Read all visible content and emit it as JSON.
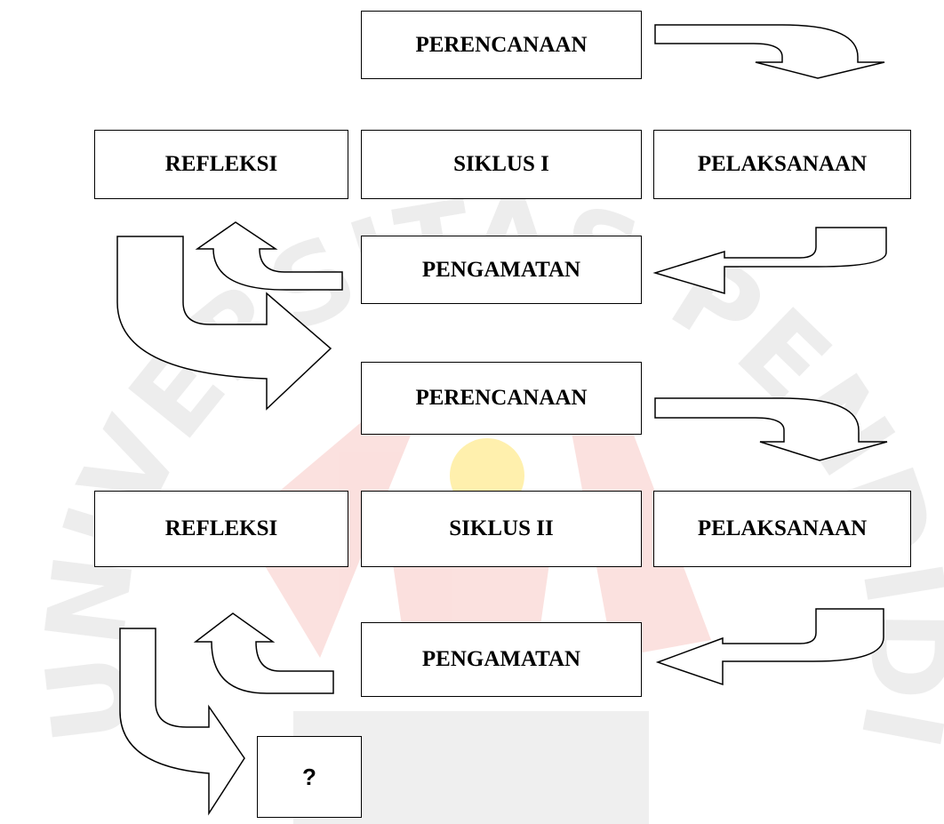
{
  "watermark": {
    "text": "UNIVERSITAS PENDIDIKAN INDONESIA",
    "colors": {
      "gray": "#c8c8c8",
      "red": "#e8443a",
      "yellow": "#ffe36a"
    }
  },
  "cycle1": {
    "planning": "PERENCANAAN",
    "reflection": "REFLEKSI",
    "cycle": "SIKLUS I",
    "action": "PELAKSANAAN",
    "observation": "PENGAMATAN"
  },
  "cycle2": {
    "planning": "PERENCANAAN",
    "reflection": "REFLEKSI",
    "cycle": "SIKLUS II",
    "action": "PELAKSANAAN",
    "observation": "PENGAMATAN"
  },
  "next": {
    "label": "?"
  }
}
